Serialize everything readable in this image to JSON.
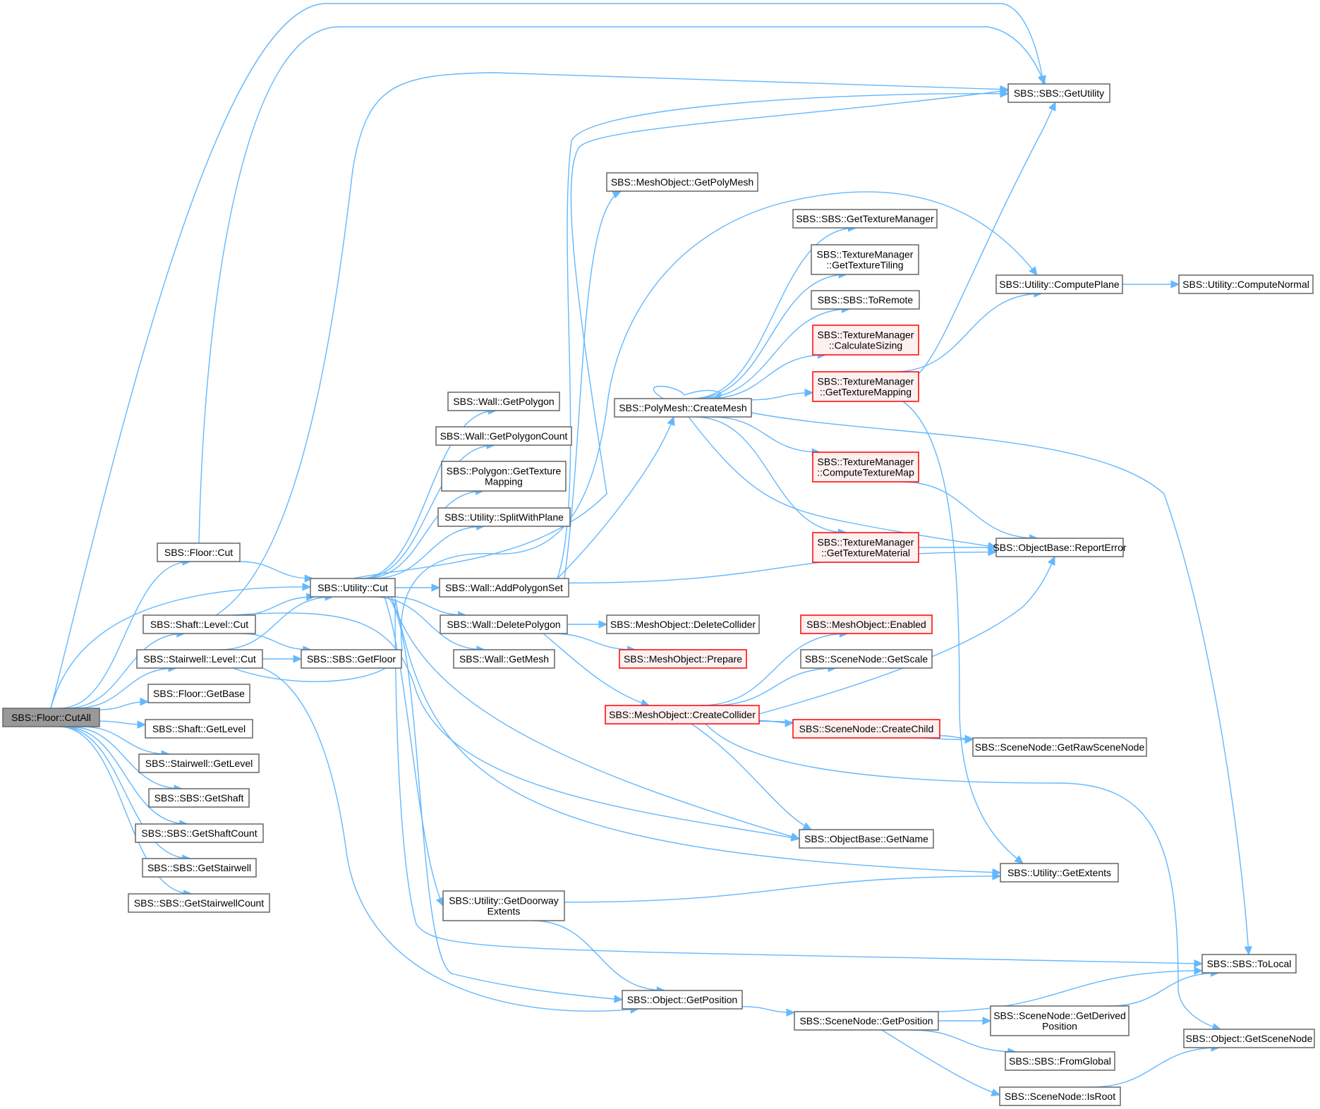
{
  "diagram": {
    "root": "SBS::Floor::CutAll",
    "nodes": {
      "cutall": {
        "lines": [
          "SBS::Floor::CutAll"
        ],
        "style": "root"
      },
      "floorcut": {
        "lines": [
          "SBS::Floor::Cut"
        ],
        "style": "normal"
      },
      "shaftlevelcut": {
        "lines": [
          "SBS::Shaft::Level::Cut"
        ],
        "style": "normal"
      },
      "stairlevelcut": {
        "lines": [
          "SBS::Stairwell::Level::Cut"
        ],
        "style": "normal"
      },
      "getbase": {
        "lines": [
          "SBS::Floor::GetBase"
        ],
        "style": "normal"
      },
      "shaftgetlevel": {
        "lines": [
          "SBS::Shaft::GetLevel"
        ],
        "style": "normal"
      },
      "stairgetlevel": {
        "lines": [
          "SBS::Stairwell::GetLevel"
        ],
        "style": "normal"
      },
      "getshaft": {
        "lines": [
          "SBS::SBS::GetShaft"
        ],
        "style": "normal"
      },
      "getshaftcount": {
        "lines": [
          "SBS::SBS::GetShaftCount"
        ],
        "style": "normal"
      },
      "getstairwell": {
        "lines": [
          "SBS::SBS::GetStairwell"
        ],
        "style": "normal"
      },
      "getstairwellcount": {
        "lines": [
          "SBS::SBS::GetStairwellCount"
        ],
        "style": "normal"
      },
      "utilcut": {
        "lines": [
          "SBS::Utility::Cut"
        ],
        "style": "normal"
      },
      "getfloor": {
        "lines": [
          "SBS::SBS::GetFloor"
        ],
        "style": "normal"
      },
      "wallgetpolygon": {
        "lines": [
          "SBS::Wall::GetPolygon"
        ],
        "style": "normal"
      },
      "wallgetpolygoncount": {
        "lines": [
          "SBS::Wall::GetPolygonCount"
        ],
        "style": "normal"
      },
      "polygettexmap": {
        "lines": [
          "SBS::Polygon::GetTexture",
          "Mapping"
        ],
        "style": "normal"
      },
      "splitwithplane": {
        "lines": [
          "SBS::Utility::SplitWithPlane"
        ],
        "style": "normal"
      },
      "addpolygonset": {
        "lines": [
          "SBS::Wall::AddPolygonSet"
        ],
        "style": "normal"
      },
      "deletepolygon": {
        "lines": [
          "SBS::Wall::DeletePolygon"
        ],
        "style": "normal"
      },
      "wallgetmesh": {
        "lines": [
          "SBS::Wall::GetMesh"
        ],
        "style": "normal"
      },
      "getdoorwayextents": {
        "lines": [
          "SBS::Utility::GetDoorway",
          "Extents"
        ],
        "style": "normal"
      },
      "getpolymesh": {
        "lines": [
          "SBS::MeshObject::GetPolyMesh"
        ],
        "style": "normal"
      },
      "createmesh": {
        "lines": [
          "SBS::PolyMesh::CreateMesh"
        ],
        "style": "normal"
      },
      "deletecollider": {
        "lines": [
          "SBS::MeshObject::DeleteCollider"
        ],
        "style": "normal"
      },
      "prepare": {
        "lines": [
          "SBS::MeshObject::Prepare"
        ],
        "style": "red"
      },
      "createcollider": {
        "lines": [
          "SBS::MeshObject::CreateCollider"
        ],
        "style": "red"
      },
      "objgetposition": {
        "lines": [
          "SBS::Object::GetPosition"
        ],
        "style": "normal"
      },
      "gettexturemanager": {
        "lines": [
          "SBS::SBS::GetTextureManager"
        ],
        "style": "normal"
      },
      "gettexturetiling": {
        "lines": [
          "SBS::TextureManager",
          "::GetTextureTiling"
        ],
        "style": "normal"
      },
      "toremote": {
        "lines": [
          "SBS::SBS::ToRemote"
        ],
        "style": "normal"
      },
      "calculatesizing": {
        "lines": [
          "SBS::TextureManager",
          "::CalculateSizing"
        ],
        "style": "red"
      },
      "gettexturemapping": {
        "lines": [
          "SBS::TextureManager",
          "::GetTextureMapping"
        ],
        "style": "red"
      },
      "computetexturemap": {
        "lines": [
          "SBS::TextureManager",
          "::ComputeTextureMap"
        ],
        "style": "red"
      },
      "gettexturematerial": {
        "lines": [
          "SBS::TextureManager",
          "::GetTextureMaterial"
        ],
        "style": "red"
      },
      "enabled": {
        "lines": [
          "SBS::MeshObject::Enabled"
        ],
        "style": "red"
      },
      "getscale": {
        "lines": [
          "SBS::SceneNode::GetScale"
        ],
        "style": "normal"
      },
      "createchild": {
        "lines": [
          "SBS::SceneNode::CreateChild"
        ],
        "style": "red"
      },
      "getname": {
        "lines": [
          "SBS::ObjectBase::GetName"
        ],
        "style": "normal"
      },
      "scenegetposition": {
        "lines": [
          "SBS::SceneNode::GetPosition"
        ],
        "style": "normal"
      },
      "getutility": {
        "lines": [
          "SBS::SBS::GetUtility"
        ],
        "style": "normal"
      },
      "computeplane": {
        "lines": [
          "SBS::Utility::ComputePlane"
        ],
        "style": "normal"
      },
      "reporterror": {
        "lines": [
          "SBS::ObjectBase::ReportError"
        ],
        "style": "normal"
      },
      "getrawscenenode": {
        "lines": [
          "SBS::SceneNode::GetRawSceneNode"
        ],
        "style": "normal"
      },
      "getextents": {
        "lines": [
          "SBS::Utility::GetExtents"
        ],
        "style": "normal"
      },
      "getderivedposition": {
        "lines": [
          "SBS::SceneNode::GetDerived",
          "Position"
        ],
        "style": "normal"
      },
      "fromglobal": {
        "lines": [
          "SBS::SBS::FromGlobal"
        ],
        "style": "normal"
      },
      "isroot": {
        "lines": [
          "SBS::SceneNode::IsRoot"
        ],
        "style": "normal"
      },
      "computenormal": {
        "lines": [
          "SBS::Utility::ComputeNormal"
        ],
        "style": "normal"
      },
      "tolocal": {
        "lines": [
          "SBS::SBS::ToLocal"
        ],
        "style": "normal"
      },
      "getscenenode": {
        "lines": [
          "SBS::Object::GetSceneNode"
        ],
        "style": "normal"
      }
    },
    "edges": [
      [
        "cutall",
        "floorcut"
      ],
      [
        "cutall",
        "utilcut"
      ],
      [
        "cutall",
        "shaftlevelcut"
      ],
      [
        "cutall",
        "stairlevelcut"
      ],
      [
        "cutall",
        "getbase"
      ],
      [
        "cutall",
        "shaftgetlevel"
      ],
      [
        "cutall",
        "stairgetlevel"
      ],
      [
        "cutall",
        "getshaft"
      ],
      [
        "cutall",
        "getshaftcount"
      ],
      [
        "cutall",
        "getstairwell"
      ],
      [
        "cutall",
        "getstairwellcount"
      ],
      [
        "cutall",
        "getutility"
      ],
      [
        "floorcut",
        "getutility"
      ],
      [
        "floorcut",
        "utilcut"
      ],
      [
        "shaftlevelcut",
        "getutility"
      ],
      [
        "shaftlevelcut",
        "utilcut"
      ],
      [
        "shaftlevelcut",
        "getfloor"
      ],
      [
        "shaftlevelcut",
        "getname"
      ],
      [
        "stairlevelcut",
        "utilcut"
      ],
      [
        "stairlevelcut",
        "getfloor"
      ],
      [
        "stairlevelcut",
        "objgetposition"
      ],
      [
        "stairlevelcut",
        "computeplane"
      ],
      [
        "utilcut",
        "wallgetpolygon"
      ],
      [
        "utilcut",
        "wallgetpolygoncount"
      ],
      [
        "utilcut",
        "polygettexmap"
      ],
      [
        "utilcut",
        "splitwithplane"
      ],
      [
        "utilcut",
        "addpolygonset"
      ],
      [
        "utilcut",
        "deletepolygon"
      ],
      [
        "utilcut",
        "wallgetmesh"
      ],
      [
        "utilcut",
        "getdoorwayextents"
      ],
      [
        "utilcut",
        "getextents"
      ],
      [
        "utilcut",
        "tolocal"
      ],
      [
        "utilcut",
        "objgetposition"
      ],
      [
        "utilcut",
        "getutility"
      ],
      [
        "utilcut",
        "getname"
      ],
      [
        "addpolygonset",
        "getutility"
      ],
      [
        "addpolygonset",
        "getpolymesh"
      ],
      [
        "addpolygonset",
        "createmesh"
      ],
      [
        "addpolygonset",
        "reporterror"
      ],
      [
        "deletepolygon",
        "deletecollider"
      ],
      [
        "deletepolygon",
        "prepare"
      ],
      [
        "deletepolygon",
        "createcollider"
      ],
      [
        "getdoorwayextents",
        "getextents"
      ],
      [
        "getdoorwayextents",
        "objgetposition"
      ],
      [
        "createmesh",
        "createmesh"
      ],
      [
        "createmesh",
        "gettexturemanager"
      ],
      [
        "createmesh",
        "gettexturetiling"
      ],
      [
        "createmesh",
        "toremote"
      ],
      [
        "createmesh",
        "calculatesizing"
      ],
      [
        "createmesh",
        "gettexturemapping"
      ],
      [
        "createmesh",
        "computetexturemap"
      ],
      [
        "createmesh",
        "gettexturematerial"
      ],
      [
        "createmesh",
        "reporterror"
      ],
      [
        "createmesh",
        "tolocal"
      ],
      [
        "gettexturemapping",
        "getutility"
      ],
      [
        "gettexturemapping",
        "computeplane"
      ],
      [
        "gettexturemapping",
        "getextents"
      ],
      [
        "computetexturemap",
        "reporterror"
      ],
      [
        "gettexturematerial",
        "reporterror"
      ],
      [
        "createcollider",
        "enabled"
      ],
      [
        "createcollider",
        "getscale"
      ],
      [
        "createcollider",
        "createchild"
      ],
      [
        "createcollider",
        "getrawscenenode"
      ],
      [
        "createcollider",
        "getname"
      ],
      [
        "createcollider",
        "reporterror"
      ],
      [
        "createcollider",
        "getscenenode"
      ],
      [
        "createchild",
        "getrawscenenode"
      ],
      [
        "objgetposition",
        "scenegetposition"
      ],
      [
        "scenegetposition",
        "tolocal"
      ],
      [
        "scenegetposition",
        "getderivedposition"
      ],
      [
        "scenegetposition",
        "fromglobal"
      ],
      [
        "scenegetposition",
        "isroot"
      ],
      [
        "getderivedposition",
        "tolocal"
      ],
      [
        "isroot",
        "getscenenode"
      ],
      [
        "computeplane",
        "computenormal"
      ]
    ]
  }
}
